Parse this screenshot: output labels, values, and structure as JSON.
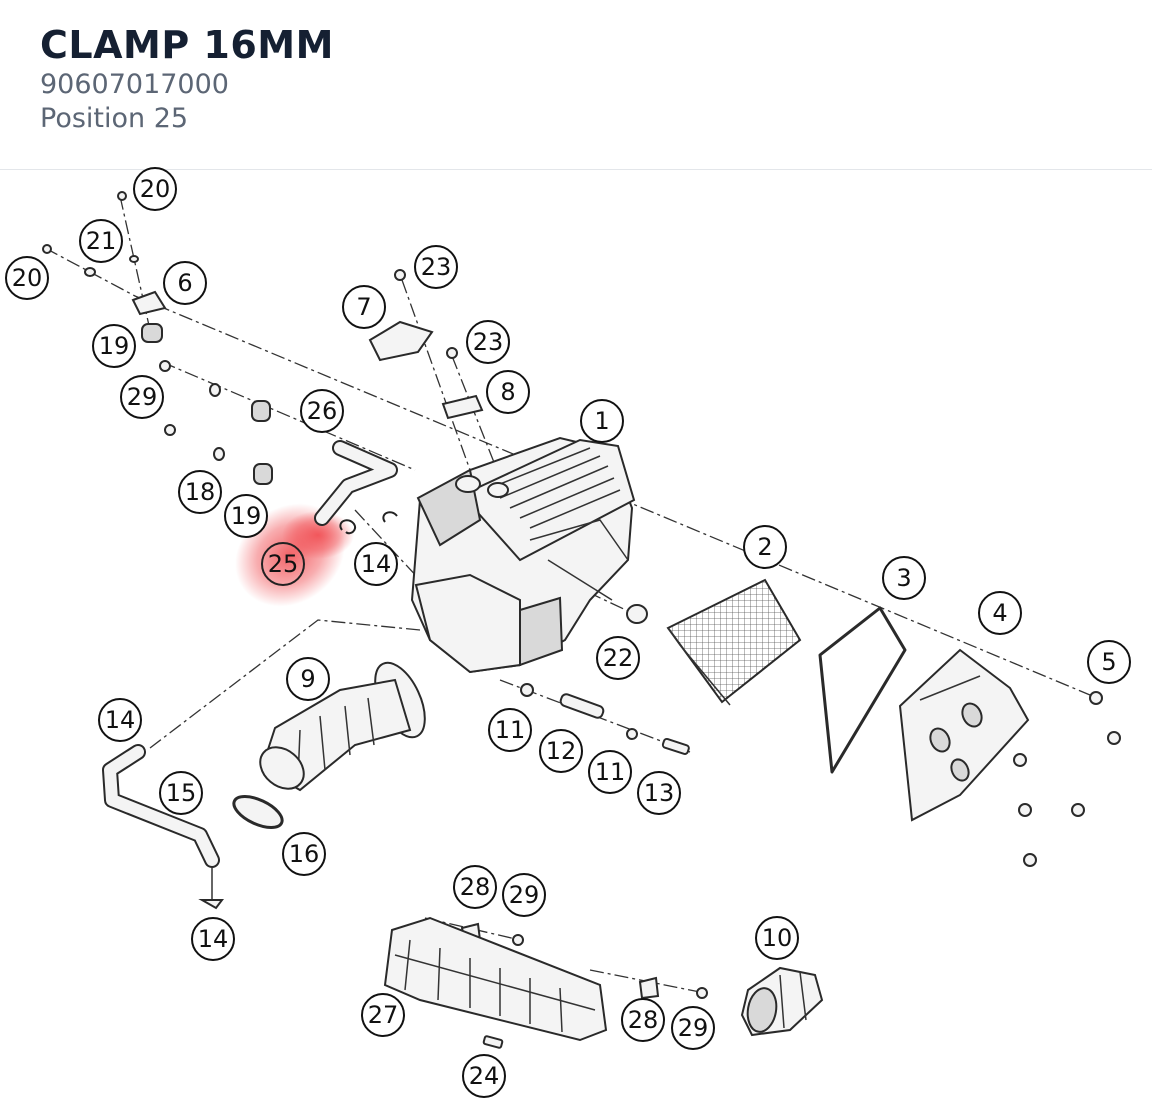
{
  "part": {
    "name": "CLAMP 16MM",
    "number": "90607017000",
    "position_label": "Position 25"
  },
  "highlight_color": "#f0484d",
  "callouts": [
    "20",
    "21",
    "20",
    "6",
    "19",
    "29",
    "26",
    "23",
    "7",
    "23",
    "8",
    "1",
    "18",
    "19",
    "25",
    "14",
    "2",
    "3",
    "4",
    "5",
    "22",
    "9",
    "14",
    "11",
    "12",
    "11",
    "13",
    "15",
    "16",
    "14",
    "28",
    "29",
    "10",
    "27",
    "28",
    "29",
    "24"
  ],
  "highlighted_callout": "25"
}
